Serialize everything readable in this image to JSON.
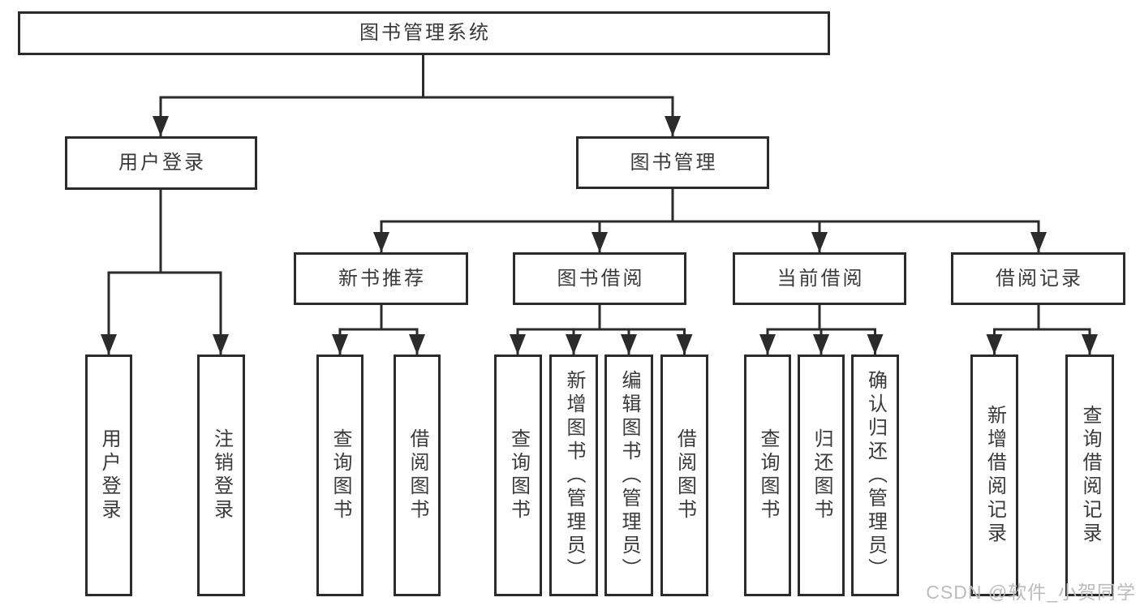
{
  "colors": {
    "line": "#2b2b2b",
    "box_border": "#2b2b2b",
    "text": "#3a3a3a",
    "watermark": "#bcbcbc",
    "background": "#ffffff"
  },
  "watermark": "CSDN @软件_小贺同学",
  "tree": {
    "label": "图书管理系统",
    "children": [
      {
        "label": "用户登录",
        "children": [
          {
            "label": "用户登录"
          },
          {
            "label": "注销登录"
          }
        ]
      },
      {
        "label": "图书管理",
        "children": [
          {
            "label": "新书推荐",
            "children": [
              {
                "label": "查询图书"
              },
              {
                "label": "借阅图书"
              }
            ]
          },
          {
            "label": "图书借阅",
            "children": [
              {
                "label": "查询图书"
              },
              {
                "label": "新增图书（管理员）"
              },
              {
                "label": "编辑图书（管理员）"
              },
              {
                "label": "借阅图书"
              }
            ]
          },
          {
            "label": "当前借阅",
            "children": [
              {
                "label": "查询图书"
              },
              {
                "label": "归还图书"
              },
              {
                "label": "确认归还（管理员）"
              }
            ]
          },
          {
            "label": "借阅记录",
            "children": [
              {
                "label": "新增借阅记录"
              },
              {
                "label": "查询借阅记录"
              }
            ]
          }
        ]
      }
    ]
  }
}
